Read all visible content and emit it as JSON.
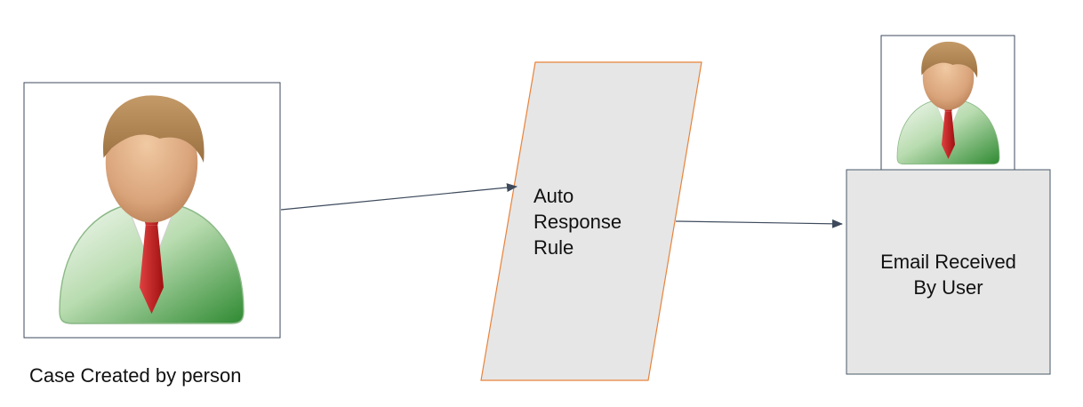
{
  "nodes": {
    "sender": {
      "caption": "Case Created by person",
      "icon": "person-icon"
    },
    "rule": {
      "lines": [
        "Auto",
        "Response",
        "Rule"
      ],
      "fill": "#e6e6e6",
      "stroke": "#e8833a"
    },
    "recipient": {
      "lines": [
        "Email Received",
        "By User"
      ],
      "fill": "#e6e6e6",
      "stroke": "#4a5a6a",
      "icon": "person-icon"
    }
  },
  "edges": [
    {
      "from": "sender",
      "to": "rule"
    },
    {
      "from": "rule",
      "to": "recipient"
    }
  ],
  "colors": {
    "edge": "#3d4a5c",
    "frame": "#3d4a5c",
    "person_suit": "#4c9a4c",
    "person_tie": "#cc2222",
    "person_hair": "#b48a5a",
    "person_skin": "#d9a37a"
  }
}
